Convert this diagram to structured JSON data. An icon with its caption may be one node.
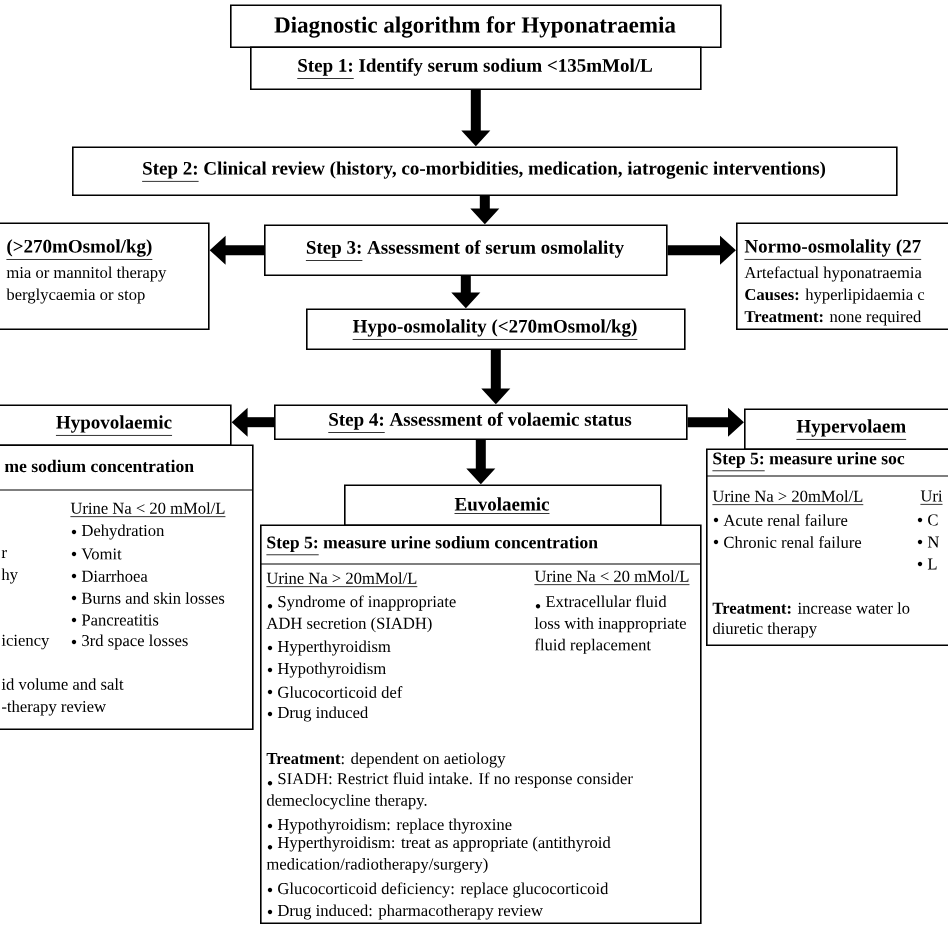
{
  "diagram": {
    "nodes": [
      {
        "text": [
          "Diagnostic algorithm for Hyponatraemia"
        ]
      },
      {
        "text": [
          "Step 1:",
          "Identify serum sodium <135mMol/L"
        ]
      },
      {
        "text": [
          "Step 2:",
          "Clinical review (history, co-morbidities, medication, iatrogenic interventions)"
        ]
      },
      {
        "text": [
          "(>270mOsmol/kg)",
          "mia or mannitol therapy",
          "berglycaemia or stop"
        ]
      },
      {
        "text": [
          "Step 3:",
          "Assessment of serum osmolality"
        ]
      },
      {
        "text": [
          "Normo-osmolality (27",
          "Artefactual hyponatraemia",
          "**Causes:** hyperlipidaemia c",
          "**Treatment:** none required"
        ]
      },
      {
        "text": [
          "Hypo-osmolality (<270mOsmol/kg)"
        ]
      },
      {
        "text": [
          "Step 4:",
          "Assessment of volaemic status"
        ]
      },
      {
        "text": [
          "Hypovolaemic"
        ]
      },
      {
        "text": [
          "me sodium concentration",
          "r",
          "hy",
          "iciency",
          "Urine Na < 20 mMol/L",
          "Dehydration",
          "Vomit",
          "Diarrhoea",
          "Burns and skin losses",
          "Pancreatitis",
          "3rd space losses",
          "id volume and salt",
          "-therapy review"
        ]
      },
      {
        "text": [
          "Euvolaemic"
        ]
      },
      {
        "text": [
          "Step 5:",
          "measure urine sodium concentration",
          "Urine Na > 20mMol/L",
          "Syndrome of inappropriate ADH secretion (SIADH)",
          "Hyperthyroidism",
          "Hypothyroidism",
          "Glucocorticoid def",
          "Drug induced",
          "Urine Na < 20 mMol/L",
          "Extracellular fluid loss with inappropriate fluid replacement",
          "**Treatment**: dependent on aetiology",
          "SIADH: Restrict fluid intake. If no response consider demeclocycline therapy.",
          "Hypothyroidism: replace thyroxine",
          "Hyperthyroidism: treat as appropriate (antithyroid medication/radiotherapy/surgery)",
          "Glucocorticoid deficiency: replace glucocorticoid",
          "Drug induced: pharmacotherapy review"
        ]
      },
      {
        "text": [
          "Hypervolaem"
        ]
      },
      {
        "text": [
          "Step 5:",
          "measure urine soc",
          "Urine Na > 20mMol/L",
          "Acute renal failure",
          "Chronic renal failure",
          "Uri",
          "C",
          "N",
          "L",
          "**Treatment:** increase water lo",
          "diuretic therapy"
        ]
      }
    ],
    "edges": [
      {
        "from": 1,
        "to": 2,
        "arrow": "to"
      },
      {
        "from": 2,
        "to": 4,
        "arrow": "to"
      },
      {
        "from": 4,
        "to": 3,
        "arrow": "to"
      },
      {
        "from": 4,
        "to": 5,
        "arrow": "to"
      },
      {
        "from": 4,
        "to": 6,
        "arrow": "to"
      },
      {
        "from": 6,
        "to": 7,
        "arrow": "to"
      },
      {
        "from": 7,
        "to": 8,
        "arrow": "to"
      },
      {
        "from": 7,
        "to": 10,
        "arrow": "to"
      },
      {
        "from": 7,
        "to": 12,
        "arrow": "to"
      }
    ]
  }
}
